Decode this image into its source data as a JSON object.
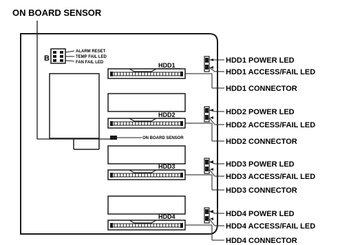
{
  "title": "ON BOARD SENSOR",
  "header_block": {
    "letter": "B",
    "items": [
      "ALARM RESET",
      "TEMP FAIL LED",
      "FAN FAIL LED"
    ]
  },
  "sensor_label": "ON BOARD SENSOR",
  "bays": [
    {
      "slot_label": "HDD1",
      "power_led": "HDD1 POWER LED",
      "access_led": "HDD1 ACCESS/FAIL LED",
      "connector": "HDD1 CONNECTOR"
    },
    {
      "slot_label": "HDD2",
      "power_led": "HDD2 POWER LED",
      "access_led": "HDD2 ACCESS/FAIL LED",
      "connector": "HDD2 CONNECTOR"
    },
    {
      "slot_label": "HDD3",
      "power_led": "HDD3 POWER LED",
      "access_led": "HDD3 ACCESS/FAIL LED",
      "connector": "HDD3 CONNECTOR"
    },
    {
      "slot_label": "HDD4",
      "power_led": "HDD4 POWER LED",
      "access_led": "HDD4 ACCESS/FAIL LED",
      "connector": "HDD4 CONNECTOR"
    }
  ]
}
